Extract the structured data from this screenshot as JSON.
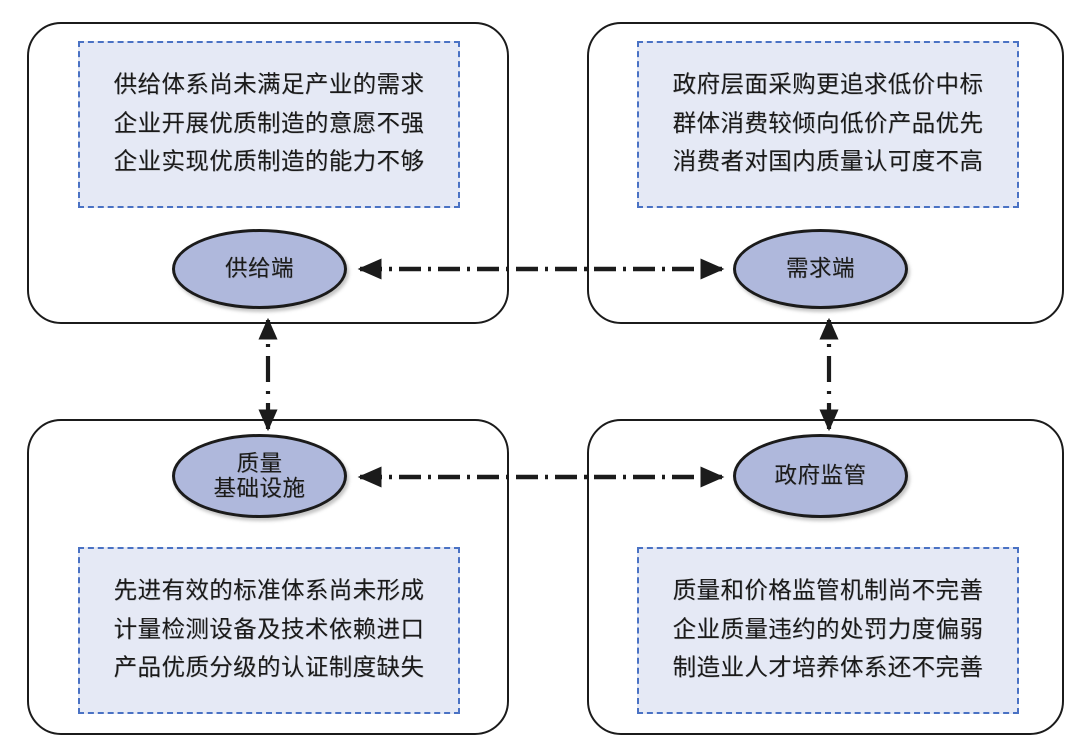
{
  "diagram": {
    "type": "conceptual-framework",
    "title": "",
    "colors": {
      "node_fill": "#AFB8DC",
      "node_stroke": "#1B1B1B",
      "panel_fill": "#E5E9F5",
      "panel_border": "#4A72C4",
      "box_border": "#1B1B1B",
      "connector": "#1B1B1B",
      "background": "#FFFFFF"
    },
    "quadrants": [
      {
        "id": "top-left",
        "node": {
          "id": "supply",
          "lines": [
            "供给端"
          ]
        },
        "panel": {
          "lines": [
            "供给体系尚未满足产业的需求",
            "企业开展优质制造的意愿不强",
            "企业实现优质制造的能力不够"
          ]
        }
      },
      {
        "id": "top-right",
        "node": {
          "id": "demand",
          "lines": [
            "需求端"
          ]
        },
        "panel": {
          "lines": [
            "政府层面采购更追求低价中标",
            "群体消费较倾向低价产品优先",
            "消费者对国内质量认可度不高"
          ]
        }
      },
      {
        "id": "bottom-left",
        "node": {
          "id": "quality-infrastructure",
          "lines": [
            "质量",
            "基础设施"
          ]
        },
        "panel": {
          "lines": [
            "先进有效的标准体系尚未形成",
            "计量检测设备及技术依赖进口",
            "产品优质分级的认证制度缺失"
          ]
        }
      },
      {
        "id": "bottom-right",
        "node": {
          "id": "government-regulation",
          "lines": [
            "政府监管"
          ]
        },
        "panel": {
          "lines": [
            "质量和价格监管机制尚不完善",
            "企业质量违约的处罚力度偏弱",
            "制造业人才培养体系还不完善"
          ]
        }
      }
    ],
    "connectors": [
      {
        "id": "supply-demand",
        "from": "supply",
        "to": "demand",
        "style": "dash-dot",
        "arrows": "both",
        "orientation": "horizontal"
      },
      {
        "id": "infra-gov",
        "from": "quality-infrastructure",
        "to": "government-regulation",
        "style": "dash-dot",
        "arrows": "both",
        "orientation": "horizontal"
      },
      {
        "id": "supply-infra",
        "from": "supply",
        "to": "quality-infrastructure",
        "style": "dash-dot",
        "arrows": "both",
        "orientation": "vertical"
      },
      {
        "id": "demand-gov",
        "from": "demand",
        "to": "government-regulation",
        "style": "dash-dot",
        "arrows": "both",
        "orientation": "vertical"
      }
    ]
  }
}
